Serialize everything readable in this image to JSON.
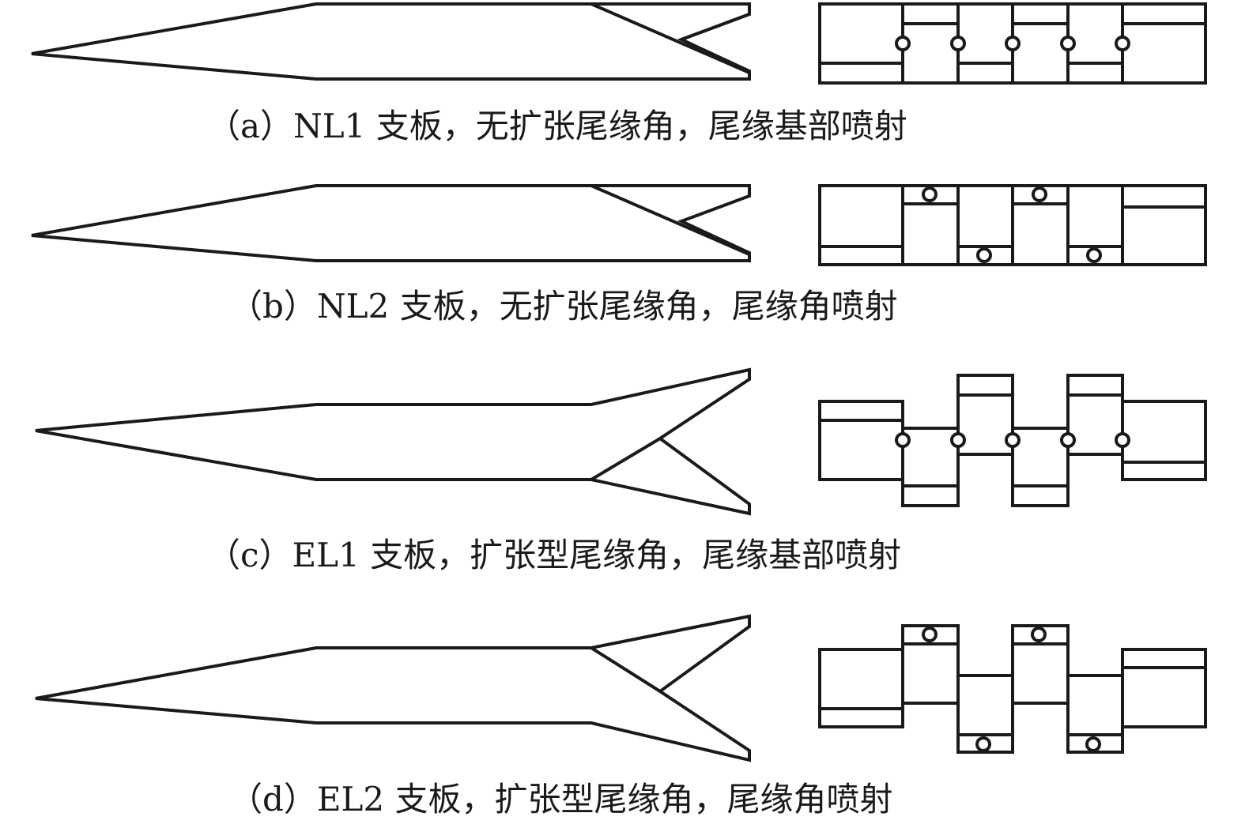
{
  "captions": [
    "（a）NL1 支板，无扩张尾缘角，尾缘基部喷射",
    "（b）NL2 支板，无扩张尾缘角，尾缘角喷射",
    "（c）EL1 支板，扩张型尾缘角，尾缘基部喷射",
    "（d）EL2 支板，扩张型尾缘角，尾缘角喷射"
  ],
  "colors": {
    "line": "#1a1a1a",
    "background": "#ffffff"
  }
}
